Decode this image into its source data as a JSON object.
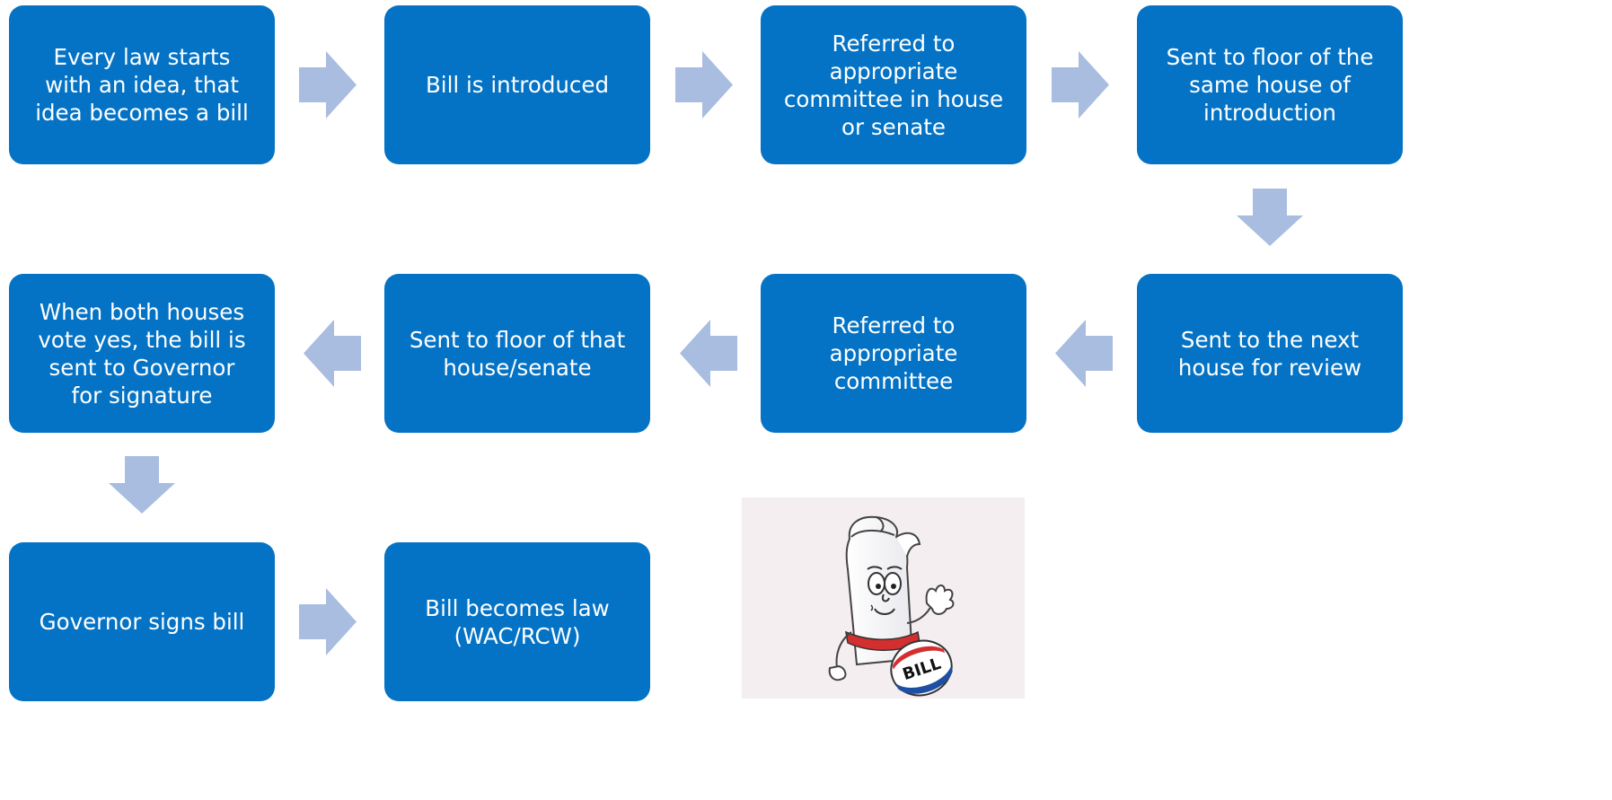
{
  "diagram": {
    "steps": [
      {
        "id": "idea",
        "text": "Every law starts\nwith an idea, that\nidea becomes a bill"
      },
      {
        "id": "introduced",
        "text": "Bill is introduced"
      },
      {
        "id": "committee-first",
        "text": "Referred to\nappropriate\ncommittee in house\nor senate"
      },
      {
        "id": "floor-first",
        "text": "Sent to floor of the\nsame house of\nintroduction"
      },
      {
        "id": "next-house",
        "text": "Sent to the next\nhouse for review"
      },
      {
        "id": "committee-second",
        "text": "Referred to\nappropriate\ncommittee"
      },
      {
        "id": "floor-second",
        "text": "Sent to floor of that\nhouse/senate"
      },
      {
        "id": "governor",
        "text": "When both houses\nvote yes, the bill is\nsent to Governor\nfor signature"
      },
      {
        "id": "signs",
        "text": "Governor signs bill"
      },
      {
        "id": "law",
        "text": "Bill becomes law\n(WAC/RCW)"
      }
    ],
    "colors": {
      "box": "#0573C5",
      "box_text": "#ffffff",
      "arrow": "#A9BDE0"
    },
    "illustration": {
      "badge_text": "BILL"
    }
  }
}
